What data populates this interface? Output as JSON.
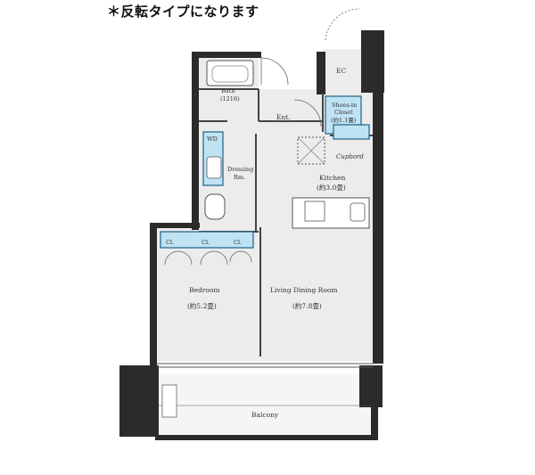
{
  "note": "＊反転タイプになります",
  "colors": {
    "wall": "#2b2b2b",
    "floor": "#ececec",
    "storage": "#bfe3f3",
    "storage_line": "#1f5f86",
    "line": "#555555"
  },
  "rooms": {
    "bath": {
      "name": "Bath",
      "size": "(1216)"
    },
    "ent": {
      "name": "Ent."
    },
    "shoes_in_closet": {
      "name_line1": "Shoes-in",
      "name_line2": "Closet",
      "size": "(約1.1畳)"
    },
    "ec": {
      "name": "EC"
    },
    "wd": {
      "name": "WD"
    },
    "dressing": {
      "name_line1": "Dressing",
      "name_line2": "Rm."
    },
    "cupboard": {
      "name": "Cupbord"
    },
    "kitchen": {
      "name": "Kitchen",
      "size": "(約3.0畳)"
    },
    "closets": [
      "Cl.",
      "Cl.",
      "Cl."
    ],
    "bedroom": {
      "name": "Bedroom",
      "size": "(約5.2畳)"
    },
    "ldr": {
      "name": "Living Dining Room",
      "size": "(約7.8畳)"
    },
    "balcony": {
      "name": "Balcony"
    }
  }
}
